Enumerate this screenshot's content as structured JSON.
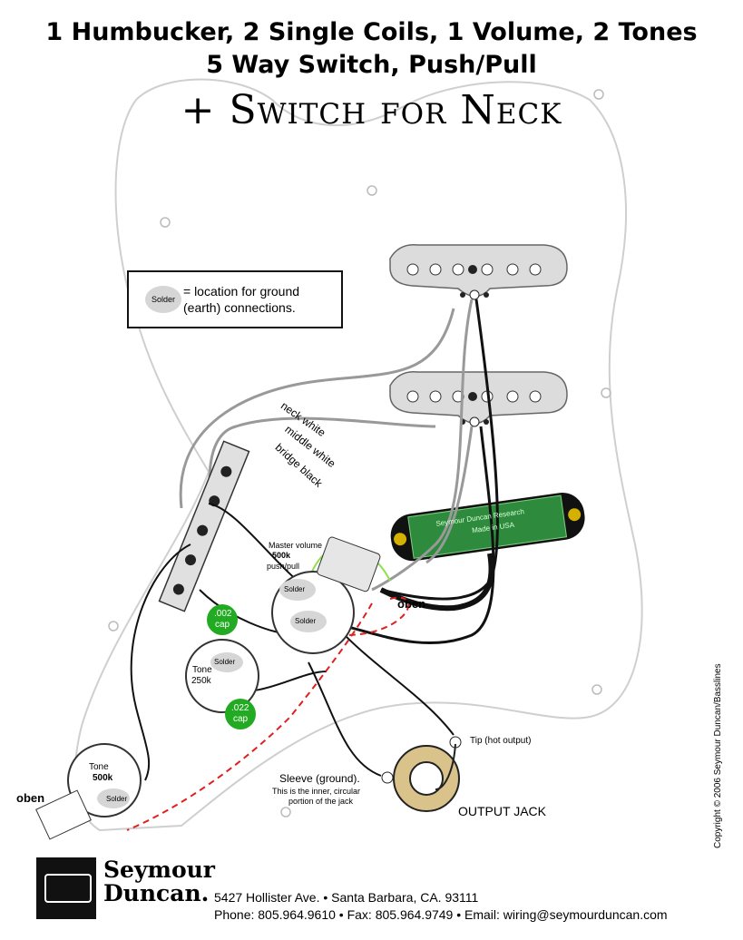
{
  "title_line1": "1 Humbucker, 2 Single Coils, 1 Volume, 2 Tones",
  "title_line2": "5 Way Switch, Push/Pull",
  "title_line3": "+ Switch for Neck",
  "legend": {
    "solder_label": "Solder",
    "text_line1": "= location for ground",
    "text_line2": "(earth) connections."
  },
  "wire_labels": {
    "neck": "neck white",
    "middle": "middle white",
    "bridge": "bridge black"
  },
  "volume_pot": {
    "label": "Master volume",
    "value": "500k",
    "mode": "push/pull",
    "solder": "Solder"
  },
  "tone_pot_1": {
    "label": "Tone",
    "value": "250k",
    "solder": "Solder"
  },
  "tone_pot_2": {
    "label": "Tone",
    "value": "500k",
    "solder": "Solder"
  },
  "caps": {
    "cap1_value": ".002",
    "cap1_unit": "cap",
    "cap2_value": ".022",
    "cap2_unit": "cap"
  },
  "humbucker_text": {
    "line1": "Seymour Duncan Research",
    "line2": "Made in USA"
  },
  "oben_label": "oben",
  "jack": {
    "tip_label": "Tip (hot output)",
    "sleeve_label": "Sleeve (ground).",
    "sleeve_desc1": "This is the inner, circular",
    "sleeve_desc2": "portion of the jack",
    "title": "OUTPUT JACK"
  },
  "footer": {
    "brand_line1": "Seymour",
    "brand_line2": "Duncan.",
    "address": "5427 Hollister Ave. • Santa Barbara, CA. 93111",
    "contact": "Phone: 805.964.9610 • Fax: 805.964.9749 • Email: wiring@seymourduncan.com",
    "copyright": "Copyright © 2006 Seymour Duncan/Basslines"
  },
  "colors": {
    "pickguard_outline": "#cfcfcf",
    "pcb_green": "#2e8b3e",
    "cap_green": "#22aa22",
    "wire_red": "#e02020"
  }
}
